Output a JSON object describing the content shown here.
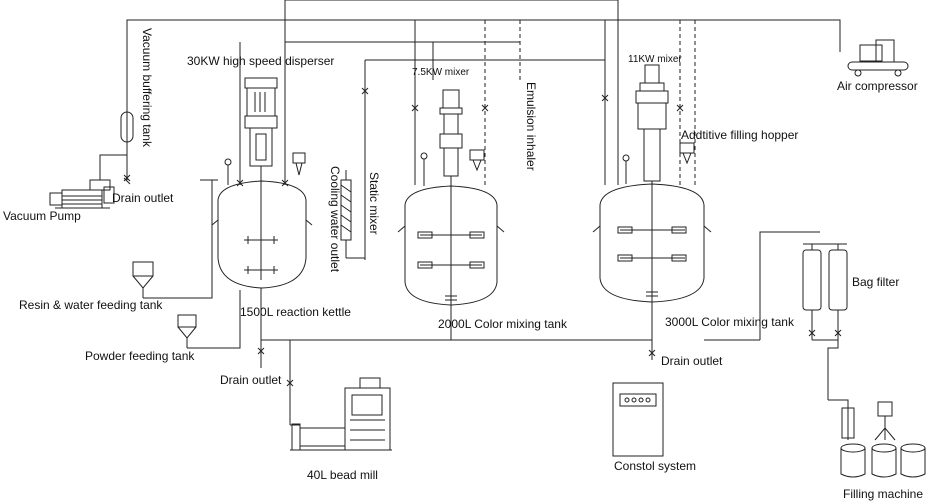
{
  "labels": {
    "vacuum_buffering_tank": "Vacuum buffering tank",
    "disperser": "30KW high speed disperser",
    "mixer_75": "7.5KW mixer",
    "emulsion_inhaler": "Emulsion inhaler",
    "mixer_11": "11KW mixer",
    "air_compressor": "Air compressor",
    "additive_hopper": "Addtitive filling hopper",
    "drain_outlet_1": "Drain outlet",
    "drain_outlet_2": "Drain outlet",
    "drain_outlet_3": "Drain outlet",
    "vacuum_pump": "Vacuum Pump",
    "cooling_water_outlet": "Cooling water outlet",
    "static_mixer": "Static mixer",
    "bag_filter": "Bag filter",
    "resin_water_tank": "Resin & water feeding tank",
    "reaction_kettle": "1500L reaction kettle",
    "color_tank_2000": "2000L Color mixing tank",
    "color_tank_3000": "3000L Color mixing tank",
    "powder_tank": "Powder feeding tank",
    "bead_mill": "40L bead mill",
    "control_system": "Constol system",
    "filling_machine": "Filling machine"
  }
}
